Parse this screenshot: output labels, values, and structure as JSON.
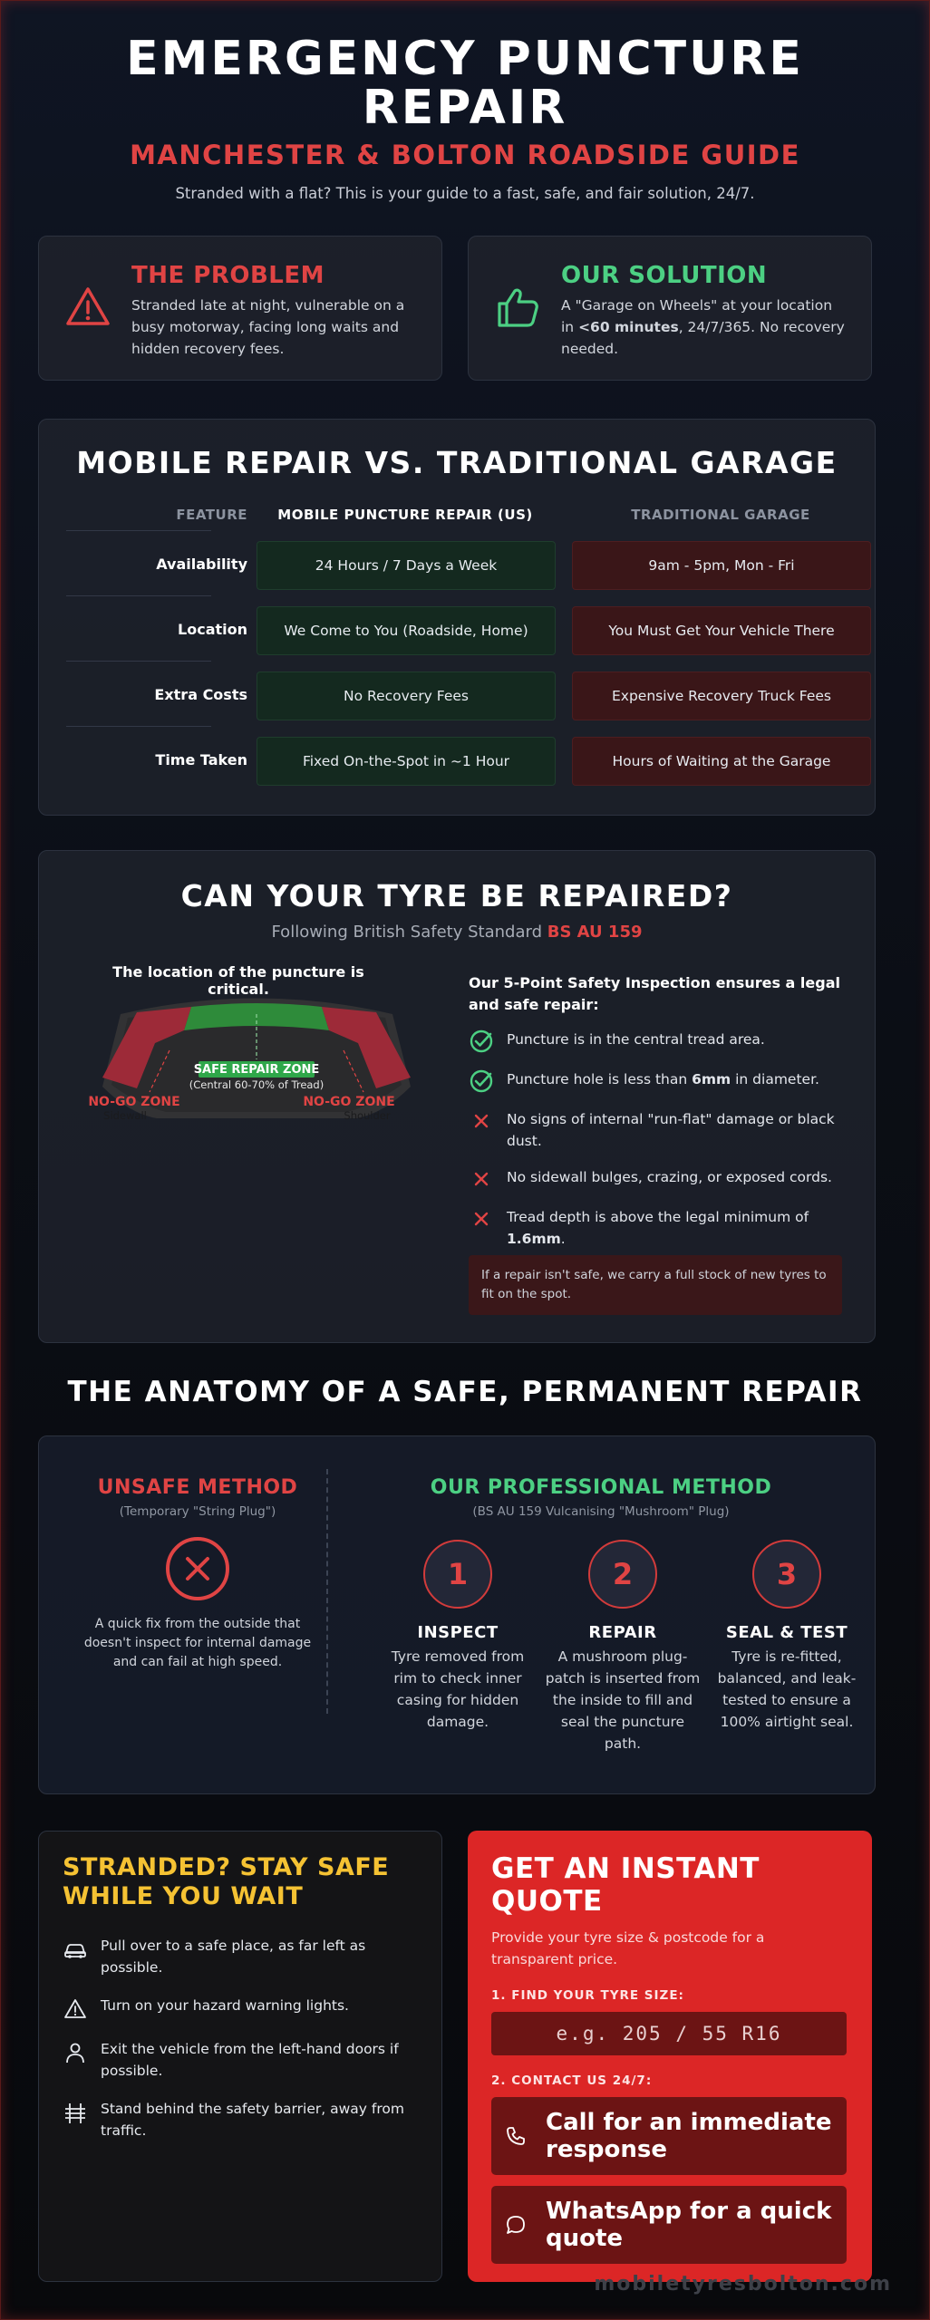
{
  "header": {
    "title": "EMERGENCY PUNCTURE REPAIR",
    "subtitle": "MANCHESTER & BOLTON ROADSIDE GUIDE",
    "tagline": "Stranded with a flat? This is your guide to a fast, safe, and fair solution, 24/7."
  },
  "problem": {
    "title": "THE PROBLEM",
    "text": "Stranded late at night, vulnerable on a busy motorway, facing long waits and hidden recovery fees.",
    "icon": "warning-triangle-icon",
    "color": "#e04444"
  },
  "solution": {
    "title": "OUR SOLUTION",
    "text_a": "A \"Garage on Wheels\" at your location in ",
    "text_bold": "<60 minutes",
    "text_b": ", 24/7/365. No recovery needed.",
    "icon": "thumbs-up-icon",
    "color": "#4cd083"
  },
  "comparison": {
    "title": "MOBILE REPAIR VS. TRADITIONAL GARAGE",
    "headers": {
      "feature": "FEATURE",
      "us": "MOBILE PUNCTURE REPAIR (US)",
      "them": "TRADITIONAL GARAGE"
    },
    "rows": [
      {
        "feature": "Availability",
        "us": "24 Hours / 7 Days a Week",
        "them": "9am - 5pm, Mon - Fri"
      },
      {
        "feature": "Location",
        "us": "We Come to You (Roadside, Home)",
        "them": "You Must Get Your Vehicle There"
      },
      {
        "feature": "Extra Costs",
        "us": "No Recovery Fees",
        "them": "Expensive Recovery Truck Fees"
      },
      {
        "feature": "Time Taken",
        "us": "Fixed On-the-Spot in ~1 Hour",
        "them": "Hours of Waiting at the Garage"
      }
    ]
  },
  "tyre": {
    "title": "CAN YOUR TYRE BE REPAIRED?",
    "sub_a": "Following British Safety Standard ",
    "sub_b": "BS AU 159",
    "diagram_title": "The location of the puncture is critical.",
    "safe_zone": "SAFE REPAIR ZONE",
    "safe_zone_sub": "(Central 60-70% of Tread)",
    "nogo": "NO-GO ZONE",
    "sidewall": "Sidewall",
    "shoulder": "Shoulder",
    "intro": "Our 5-Point Safety Inspection ensures a legal and safe repair:",
    "checks": [
      {
        "icon": "check-circle-icon",
        "a": "Puncture is in the central tread area.",
        "bold": "",
        "b": ""
      },
      {
        "icon": "check-circle-icon",
        "a": "Puncture hole is less than ",
        "bold": "6mm",
        "b": " in diameter."
      },
      {
        "icon": "cross-icon",
        "a": "No signs of internal \"run-flat\" damage or black dust.",
        "bold": "",
        "b": ""
      },
      {
        "icon": "cross-icon",
        "a": "No sidewall bulges, crazing, or exposed cords.",
        "bold": "",
        "b": ""
      },
      {
        "icon": "cross-icon",
        "a": "Tread depth is above the legal minimum of ",
        "bold": "1.6mm",
        "b": "."
      }
    ],
    "note": "If a repair isn't safe, we carry a full stock of new tyres to fit on the spot."
  },
  "anatomy": {
    "title": "THE ANATOMY OF A SAFE, PERMANENT REPAIR",
    "unsafe_title": "UNSAFE METHOD",
    "unsafe_sub": "(Temporary \"String Plug\")",
    "unsafe_text": "A quick fix from the outside that doesn't inspect for internal damage and can fail at high speed.",
    "pro_title": "OUR PROFESSIONAL METHOD",
    "pro_sub": "(BS AU 159 Vulcanising \"Mushroom\" Plug)",
    "steps": [
      {
        "num": "1",
        "title": "INSPECT",
        "text": "Tyre removed from rim to check inner casing for hidden damage."
      },
      {
        "num": "2",
        "title": "REPAIR",
        "text": "A mushroom plug-patch is inserted from the inside to fill and seal the puncture path."
      },
      {
        "num": "3",
        "title": "SEAL & TEST",
        "text": "Tyre is re-fitted, balanced, and leak-tested to ensure a 100% airtight seal."
      }
    ]
  },
  "safety": {
    "title": "STRANDED? STAY SAFE WHILE YOU WAIT",
    "tips": [
      {
        "icon": "car-icon",
        "text": "Pull over to a safe place, as far left as possible."
      },
      {
        "icon": "hazard-triangle-icon",
        "text": "Turn on your hazard warning lights."
      },
      {
        "icon": "person-icon",
        "text": "Exit the vehicle from the left-hand doors if possible."
      },
      {
        "icon": "barrier-icon",
        "text": "Stand behind the safety barrier, away from traffic."
      }
    ]
  },
  "quote": {
    "title": "GET AN INSTANT QUOTE",
    "desc": "Provide your tyre size & postcode for a transparent price.",
    "step1": "1. FIND YOUR TYRE SIZE:",
    "placeholder": "e.g. 205 / 55 R16",
    "step2": "2. CONTACT US 24/7:",
    "call": "Call for an immediate response",
    "whatsapp": "WhatsApp for a quick quote",
    "color": "#dc2626"
  },
  "footer": {
    "site": "mobiletyresbolton.com"
  }
}
